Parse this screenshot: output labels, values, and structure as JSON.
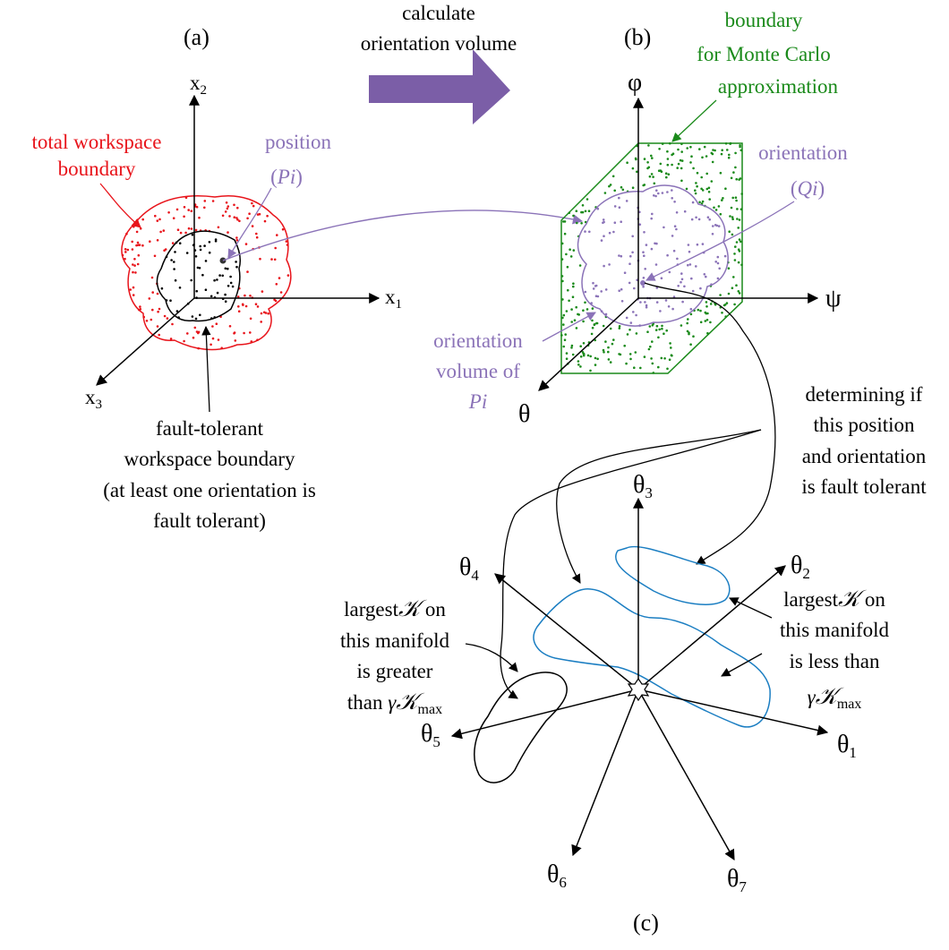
{
  "panel_labels": {
    "a": "(a)",
    "b": "(b)",
    "c": "(c)"
  },
  "arrow_caption": {
    "line1": "calculate",
    "line2": "orientation volume"
  },
  "panel_a": {
    "axis_x1": "x",
    "axis_x1_sub": "1",
    "axis_x2": "x",
    "axis_x2_sub": "2",
    "axis_x3": "x",
    "axis_x3_sub": "3",
    "total_boundary": {
      "line1": "total workspace",
      "line2": "boundary"
    },
    "position": {
      "line1": "position",
      "line2": "(Pi)",
      "open": "(",
      "var": "Pi",
      "close": ")"
    },
    "ft_boundary": {
      "line1": "fault-tolerant",
      "line2": "workspace boundary",
      "line3": "(at least one orientation is",
      "line4": "fault tolerant)"
    }
  },
  "panel_b": {
    "axis_phi": "φ",
    "axis_psi": "ψ",
    "axis_theta": "θ",
    "mc_boundary": {
      "line1": "boundary",
      "line2": "for Monte Carlo",
      "line3": "approximation"
    },
    "orientation": {
      "line1": "orientation",
      "line2": "(Qi)",
      "open": "(",
      "var": "Qi",
      "close": ")"
    },
    "orientation_volume": {
      "line1": "orientation",
      "line2": "volume of",
      "line3": "Pi"
    },
    "determining": {
      "line1": "determining if",
      "line2": "this position",
      "line3": "and orientation",
      "line4": "is fault tolerant"
    }
  },
  "panel_c": {
    "axes": [
      {
        "sym": "θ",
        "sub": "1"
      },
      {
        "sym": "θ",
        "sub": "2"
      },
      {
        "sym": "θ",
        "sub": "3"
      },
      {
        "sym": "θ",
        "sub": "4"
      },
      {
        "sym": "θ",
        "sub": "5"
      },
      {
        "sym": "θ",
        "sub": "6"
      },
      {
        "sym": "θ",
        "sub": "7"
      }
    ],
    "left_note": {
      "line1a": "largest",
      "line1k": "𝒦",
      "line1b": " on",
      "line2": "this manifold",
      "line3": "is greater",
      "line4a": "than ",
      "gamma": "γ",
      "kmax": "𝒦",
      "kmax_sub": "max"
    },
    "right_note": {
      "line1a": "largest",
      "line1k": "𝒦",
      "line1b": " on",
      "line2": "this manifold",
      "line3": "is less than",
      "gamma": "γ",
      "kmax": "𝒦",
      "kmax_sub": "max"
    }
  },
  "colors": {
    "red": "#e8141b",
    "purple": "#8b73b8",
    "green": "#1a8a1a",
    "blue": "#1b7ec2",
    "arrow_fill": "#7b5ea7",
    "black": "#000000"
  }
}
